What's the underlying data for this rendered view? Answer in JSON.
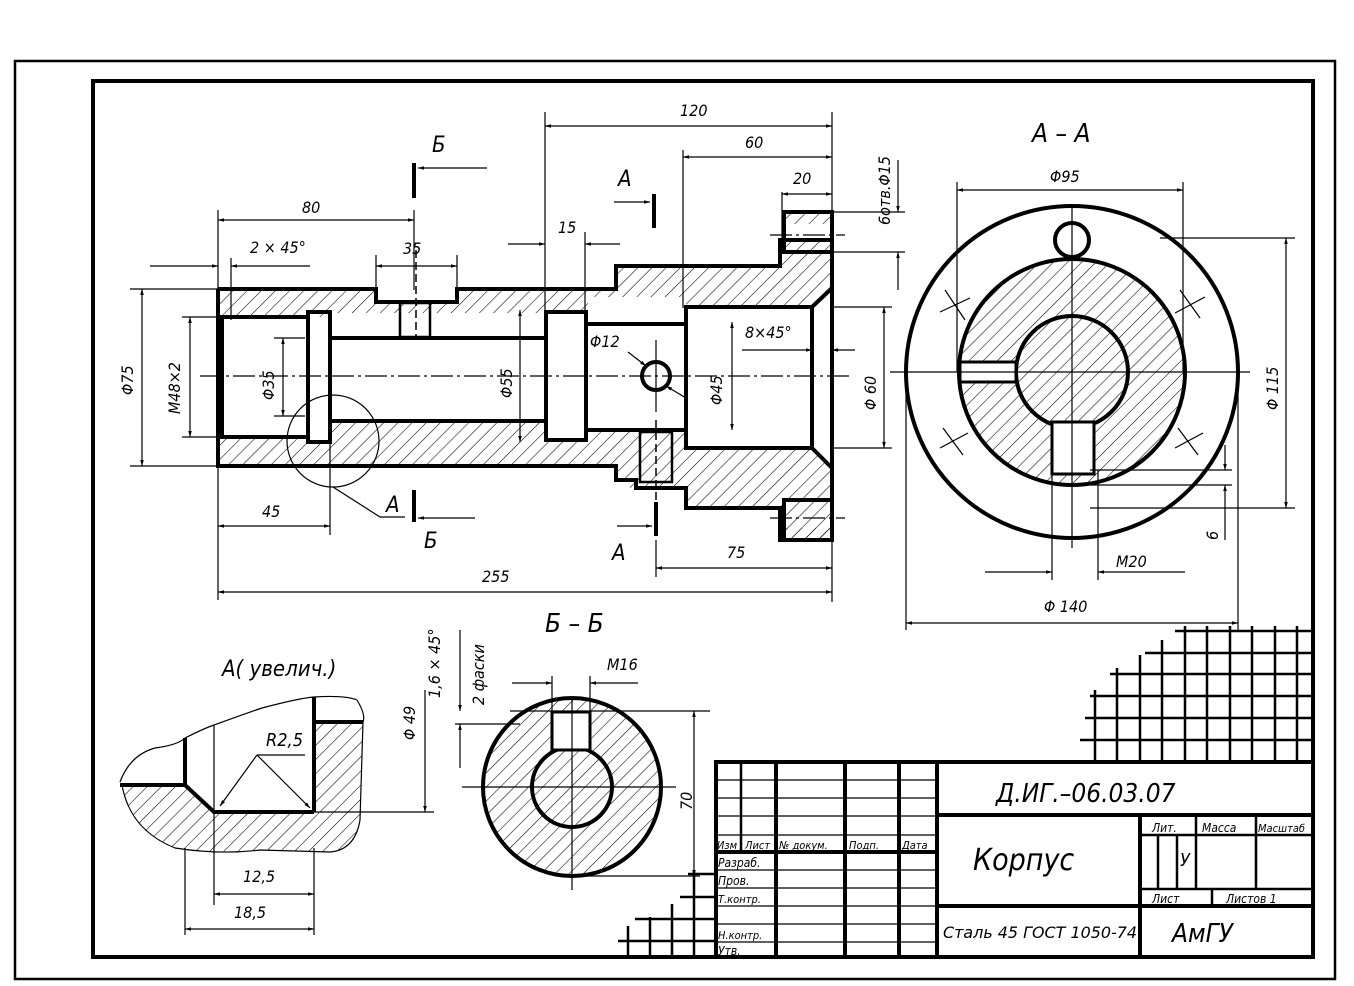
{
  "drawing": {
    "section_labels": {
      "b_top": "Б",
      "b_bottom": "Б",
      "a_top": "А",
      "a_bottom": "А",
      "detail_a_callout": "А",
      "section_aa_title": "А – А",
      "section_bb_title": "Б – Б",
      "detail_title": "А( увелич.)"
    },
    "main_view_dims": {
      "d80": "80",
      "d2x45": "2 × 45°",
      "d35": "35",
      "d120": "120",
      "d60": "60",
      "d20": "20",
      "d15": "15",
      "holes": "6отв.Φ15",
      "phi75": "Φ75",
      "m48": "М48×2",
      "phi35": "Φ35",
      "phi55": "Φ55",
      "phi12": "Φ12",
      "phi45": "Φ45",
      "d8x45": "8×45°",
      "phi60": "Φ 60",
      "d45": "45",
      "d75": "75",
      "d255": "255"
    },
    "section_aa_dims": {
      "phi95": "Φ95",
      "phi115": "Φ 115",
      "phi140": "Φ 140",
      "m20": "М20",
      "d6": "6"
    },
    "section_bb_dims": {
      "m16": "М16",
      "d70": "70",
      "chamfer": "1,6 × 45°",
      "chamfer_note": "2 фаски",
      "phi49": "Φ 49"
    },
    "detail_dims": {
      "r25": "R2,5",
      "d125": "12,5",
      "d185": "18,5"
    }
  },
  "title_block": {
    "designation": "Д.ИГ.–06.03.07",
    "part_name": "Корпус",
    "material": "Сталь 45 ГОСТ 1050-74",
    "organization": "АмГУ",
    "col_headers": [
      "Изм",
      "Лист",
      "№ докум.",
      "Подп.",
      "Дата"
    ],
    "row_labels": [
      "Разраб.",
      "Пров.",
      "Т.контр.",
      "",
      "Н.контр.",
      "Утв."
    ],
    "lit_label": "Лит.",
    "mass_label": "Масса",
    "scale_label": "Масштаб",
    "lit_value": "У",
    "sheet_label": "Лист",
    "sheets_label": "Листов 1"
  }
}
